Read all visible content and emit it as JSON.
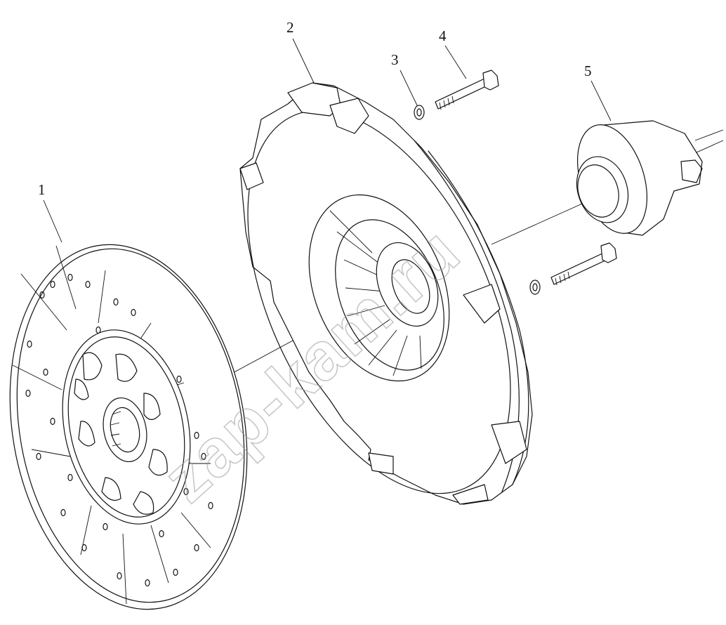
{
  "diagram": {
    "callouts": [
      {
        "id": "1",
        "label": "1"
      },
      {
        "id": "2",
        "label": "2"
      },
      {
        "id": "3",
        "label": "3"
      },
      {
        "id": "4",
        "label": "4"
      },
      {
        "id": "5",
        "label": "5"
      }
    ],
    "watermark": "zap-kam.ru"
  }
}
